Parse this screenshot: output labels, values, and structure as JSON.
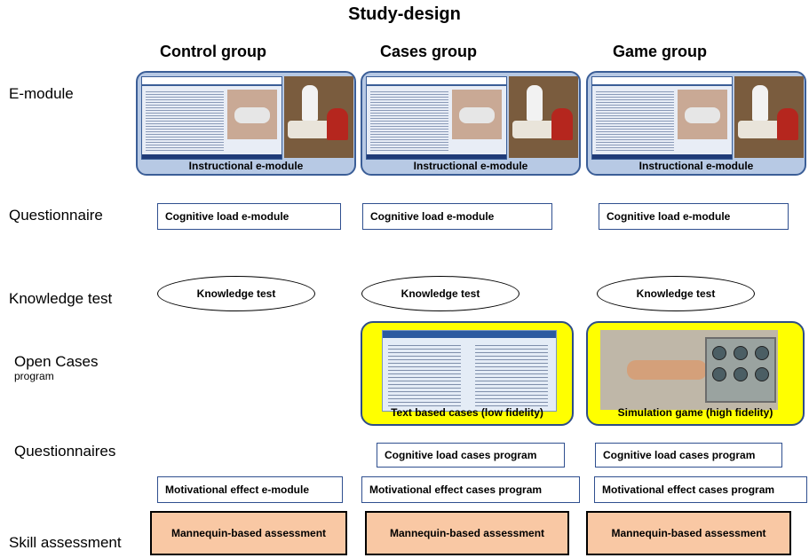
{
  "title": "Study-design",
  "groups": [
    "Control group",
    "Cases group",
    "Game group"
  ],
  "rows": {
    "emodule": "E-module",
    "questionnaire": "Questionnaire",
    "knowledge": "Knowledge test",
    "open_cases": "Open Cases",
    "open_cases_sub": "program",
    "questionnaires": "Questionnaires",
    "skill": "Skill assessment"
  },
  "cells": {
    "emodule": "Instructional e-module",
    "cog_emodule": "Cognitive load e-module",
    "knowledge": "Knowledge test",
    "text_cases": "Text based cases (low fidelity)",
    "sim_game": "Simulation game (high fidelity)",
    "cog_cases": "Cognitive load cases program",
    "mot_emodule": "Motivational effect e-module",
    "mot_cases": "Motivational effect cases program",
    "skill": "Mannequin-based  assessment"
  },
  "colors": {
    "emodule_fill": "#b7c9e4",
    "emodule_border": "#3b5e97",
    "program_fill": "#ffff00",
    "skill_fill": "#f9c8a4"
  }
}
